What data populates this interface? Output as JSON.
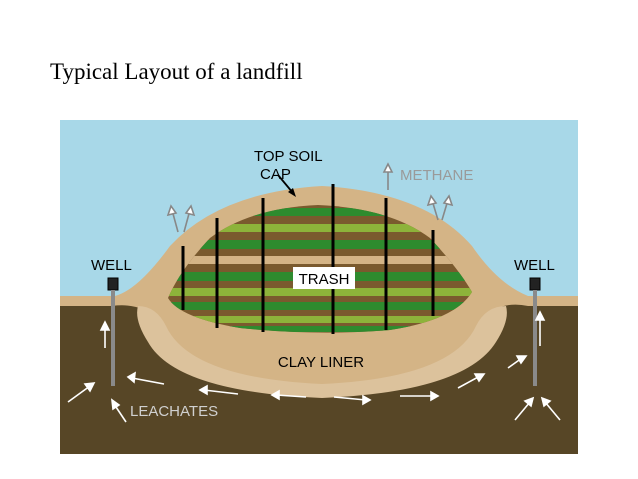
{
  "slide": {
    "title": "Typical Layout of a landfill"
  },
  "diagram": {
    "labels": {
      "top_soil_cap_line1": "TOP SOIL",
      "top_soil_cap_line2": "CAP",
      "methane": "METHANE",
      "well_left": "WELL",
      "well_right": "WELL",
      "trash": "TRASH",
      "clay_liner": "CLAY LINER",
      "leachates": "LEACHATES"
    },
    "colors": {
      "sky": "#a8d8e8",
      "ground": "#574626",
      "cap_soil": "#d4b486",
      "liner": "#dcc29c",
      "trash_green": "#2e8b2e",
      "trash_light_green": "#8db33a",
      "trash_brown": "#7a5a2e",
      "pipe": "#000000",
      "methane_text": "#9a9a9a",
      "leachate_text": "#d0d0d0"
    }
  }
}
